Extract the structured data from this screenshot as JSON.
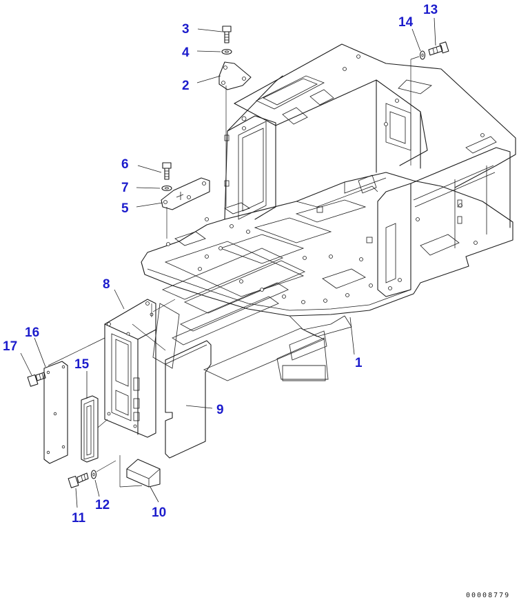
{
  "diagram": {
    "callout_color": "#1c1ccc",
    "line_color": "#1a1a1a",
    "callouts": [
      {
        "id": "1",
        "text": "1"
      },
      {
        "id": "2",
        "text": "2"
      },
      {
        "id": "3",
        "text": "3"
      },
      {
        "id": "4",
        "text": "4"
      },
      {
        "id": "5",
        "text": "5"
      },
      {
        "id": "6",
        "text": "6"
      },
      {
        "id": "7",
        "text": "7"
      },
      {
        "id": "8",
        "text": "8"
      },
      {
        "id": "9",
        "text": "9"
      },
      {
        "id": "10",
        "text": "10"
      },
      {
        "id": "11",
        "text": "11"
      },
      {
        "id": "12",
        "text": "12"
      },
      {
        "id": "13",
        "text": "13"
      },
      {
        "id": "14",
        "text": "14"
      },
      {
        "id": "15",
        "text": "15"
      },
      {
        "id": "16",
        "text": "16"
      },
      {
        "id": "17",
        "text": "17"
      }
    ],
    "document_number": "00008779"
  }
}
